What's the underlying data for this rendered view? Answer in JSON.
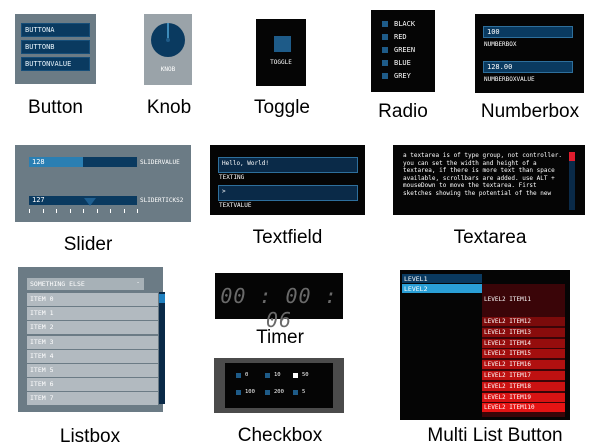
{
  "button": {
    "caption": "Button",
    "items": [
      "BUTTONA",
      "BUTTONB",
      "BUTTONVALUE"
    ]
  },
  "knob": {
    "caption": "Knob",
    "label": "KNOB"
  },
  "toggle": {
    "caption": "Toggle",
    "label": "TOGGLE"
  },
  "radio": {
    "caption": "Radio",
    "items": [
      "BLACK",
      "RED",
      "GREEN",
      "BLUE",
      "GREY"
    ]
  },
  "numberbox": {
    "caption": "Numberbox",
    "fields": [
      {
        "value": "100",
        "label": "NUMBERBOX"
      },
      {
        "value": "128.00",
        "label": "NUMBERBOXVALUE"
      }
    ]
  },
  "slider": {
    "caption": "Slider",
    "sliders": [
      {
        "value": "128",
        "label": "SLIDERVALUE",
        "fraction": 0.5
      },
      {
        "value": "127",
        "label": "SLIDERTICKS2",
        "fraction": 0.5
      }
    ]
  },
  "textfield": {
    "caption": "Textfield",
    "fields": [
      {
        "value": "Hello, World!",
        "label": "TEXTING"
      },
      {
        "value": ">",
        "label": "TEXTVALUE"
      }
    ]
  },
  "textarea": {
    "caption": "Textarea",
    "text": "a textarea is of type group, not controller. you can set the width and height of a textarea, if there is more text than space available, scrollbars are added. use ALT + mouseDown to move the textarea. First sketches showing the potential of the new"
  },
  "listbox": {
    "caption": "Listbox",
    "header": "SOMETHING ELSE",
    "header_arrow": "-",
    "items": [
      "ITEM 0",
      "ITEM 1",
      "ITEM 2",
      "ITEM 3",
      "ITEM 4",
      "ITEM 5",
      "ITEM 6",
      "ITEM 7"
    ]
  },
  "timer": {
    "caption": "Timer",
    "display": "00 : 00 : 06"
  },
  "checkbox": {
    "caption": "Checkbox",
    "items": [
      {
        "label": "0",
        "checked": false
      },
      {
        "label": "10",
        "checked": false
      },
      {
        "label": "50",
        "checked": true
      },
      {
        "label": "100",
        "checked": false
      },
      {
        "label": "200",
        "checked": false
      },
      {
        "label": "5",
        "checked": false
      }
    ]
  },
  "multilist": {
    "caption": "Multi List Button",
    "level1": [
      "LEVEL1",
      "LEVEL2"
    ],
    "level2_items": [
      "LEVEL2 ITEM11",
      "LEVEL2 ITEM12",
      "LEVEL2 ITEM13",
      "LEVEL2 ITEM14",
      "LEVEL2 ITEM15",
      "LEVEL2 ITEM16",
      "LEVEL2 ITEM17",
      "LEVEL2 ITEM18",
      "LEVEL2 ITEM19",
      "LEVEL2 ITEM110"
    ]
  },
  "colors": {
    "control_bg": "#0a3a60",
    "active": "#1e5b88",
    "highlight": "#2a7fb3",
    "panel_grey": "#6b7b85",
    "red_accent": "#e11d2e"
  }
}
